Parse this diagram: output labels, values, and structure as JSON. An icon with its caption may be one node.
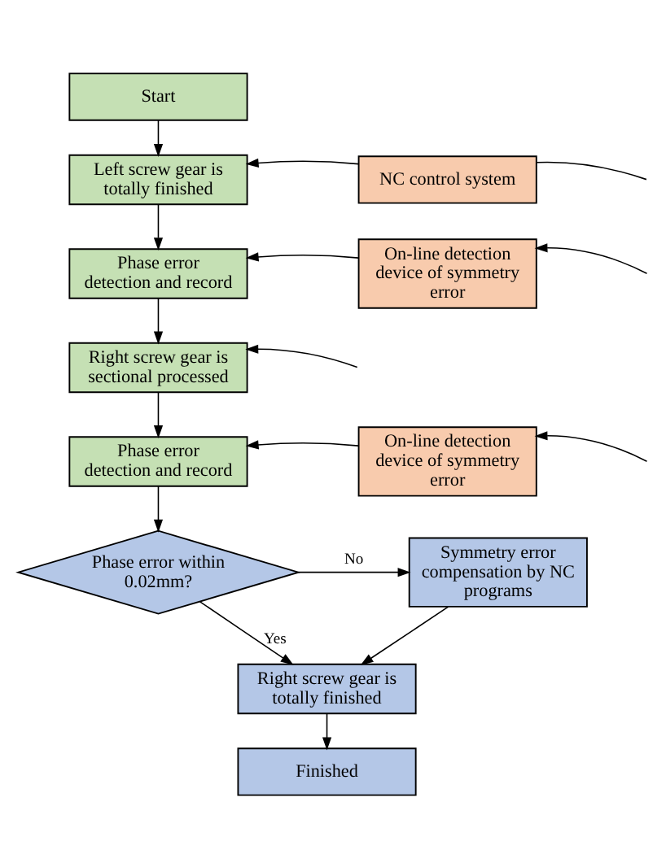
{
  "diagram": {
    "nodes": [
      {
        "text": [
          "Start"
        ]
      },
      {
        "text": [
          "Left screw gear is totally finished"
        ]
      },
      {
        "text": [
          "Phase error detection and record"
        ]
      },
      {
        "text": [
          "Right screw gear is sectional processed"
        ]
      },
      {
        "text": [
          "Phase error detection and record"
        ]
      },
      {
        "text": [
          "Phase error within 0.02mm?"
        ]
      },
      {
        "text": [
          "Right screw gear is totally finished"
        ]
      },
      {
        "text": [
          "Finished"
        ]
      },
      {
        "text": [
          "NC control system"
        ]
      },
      {
        "text": [
          "On-line detection device of symmetry error"
        ]
      },
      {
        "text": [
          "On-line detection device of symmetry error"
        ]
      },
      {
        "text": [
          "Symmetry error compensation by NC programs"
        ]
      }
    ],
    "edges": [
      {
        "from": 0,
        "to": 1,
        "arrow": "to"
      },
      {
        "from": 1,
        "to": 2,
        "arrow": "to"
      },
      {
        "from": 2,
        "to": 3,
        "arrow": "to"
      },
      {
        "from": 3,
        "to": 4,
        "arrow": "to"
      },
      {
        "from": 4,
        "to": 5,
        "arrow": "to"
      },
      {
        "from": 5,
        "to": 11,
        "arrow": "to",
        "label": "No"
      },
      {
        "from": 5,
        "to": 6,
        "arrow": "to",
        "label": "Yes"
      },
      {
        "from": 11,
        "to": 6,
        "arrow": "to"
      },
      {
        "from": 6,
        "to": 7,
        "arrow": "to"
      },
      {
        "from": 8,
        "to": 1,
        "arrow": "to"
      },
      {
        "from": 9,
        "to": 2,
        "arrow": "to"
      },
      {
        "from": 10,
        "to": 4,
        "arrow": "to"
      },
      {
        "from": 8,
        "to": null,
        "arrow": "none"
      },
      {
        "from": null,
        "to": 9,
        "arrow": "to"
      },
      {
        "from": null,
        "to": 3,
        "arrow": "to"
      },
      {
        "from": null,
        "to": 10,
        "arrow": "to"
      }
    ]
  }
}
